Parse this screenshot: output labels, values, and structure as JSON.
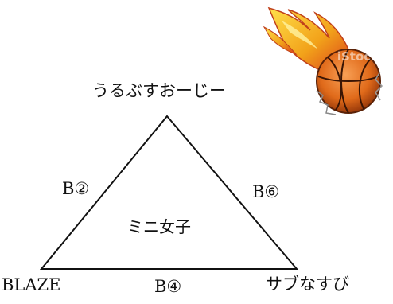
{
  "diagram": {
    "top_vertex_label": "うるぶすおーじー",
    "left_vertex_label": "BLAZE",
    "right_vertex_label": "サブなすび",
    "left_edge_label": "B②",
    "right_edge_label": "B⑥",
    "bottom_edge_label": "B④",
    "center_label": "ミニ女子"
  },
  "image": {
    "icon": "flaming-basketball-icon",
    "watermark_text": "iStock"
  },
  "colors": {
    "line": "#111111",
    "ball": "#e06a1a",
    "flame_outer": "#f2a21a",
    "flame_inner": "#d9391a"
  }
}
